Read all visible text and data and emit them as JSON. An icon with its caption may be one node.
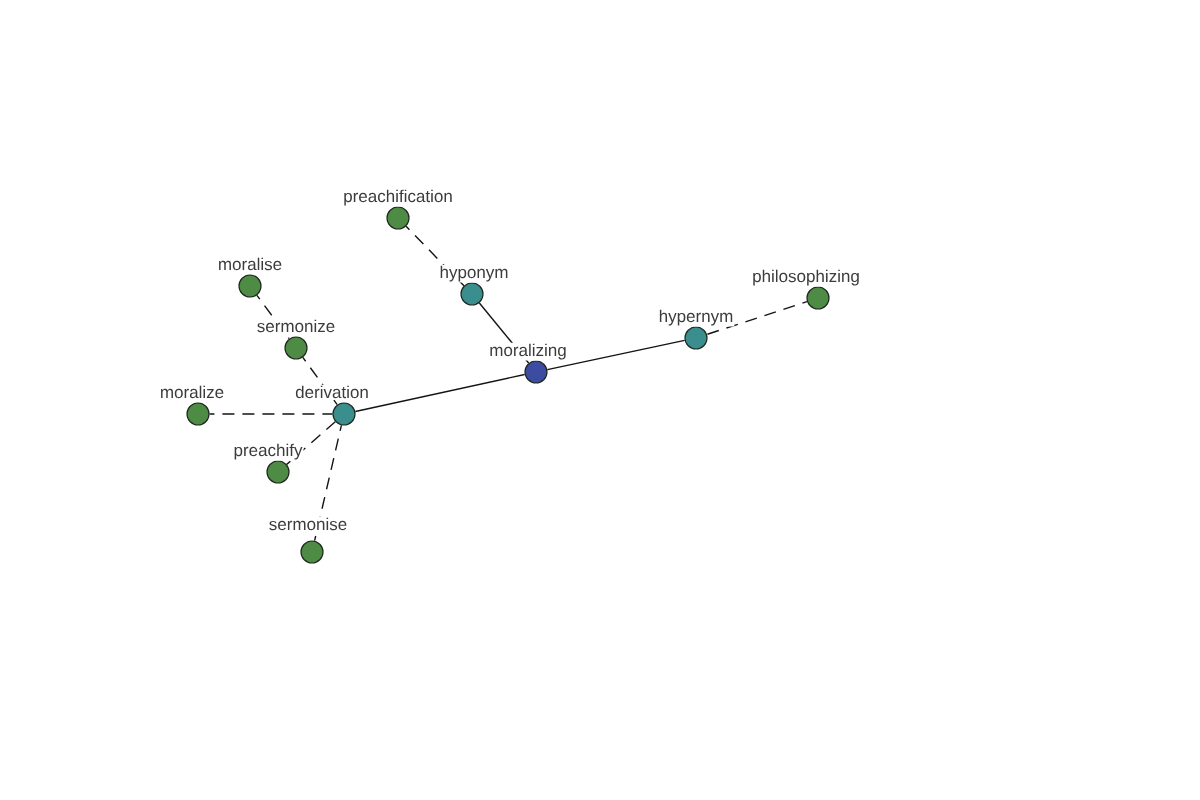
{
  "diagram": {
    "nodes": [
      {
        "text": [
          "preachification"
        ]
      },
      {
        "text": [
          "moralise"
        ]
      },
      {
        "text": [
          "hyponym"
        ]
      },
      {
        "text": [
          "philosophizing"
        ]
      },
      {
        "text": [
          "hypernym"
        ]
      },
      {
        "text": [
          "sermonize"
        ]
      },
      {
        "text": [
          "moralizing"
        ]
      },
      {
        "text": [
          "moralize"
        ]
      },
      {
        "text": [
          "derivation"
        ]
      },
      {
        "text": [
          "preachify"
        ]
      },
      {
        "text": [
          "sermonise"
        ]
      }
    ],
    "edges": [
      {
        "from": 6,
        "to": 2,
        "arrow": "none"
      },
      {
        "from": 6,
        "to": 4,
        "arrow": "none"
      },
      {
        "from": 6,
        "to": 8,
        "arrow": "none"
      },
      {
        "from": 2,
        "to": 0,
        "arrow": "none",
        "style": "dashed"
      },
      {
        "from": 4,
        "to": 3,
        "arrow": "none",
        "style": "dashed"
      },
      {
        "from": 8,
        "to": 5,
        "arrow": "none",
        "style": "dashed"
      },
      {
        "from": 5,
        "to": 1,
        "arrow": "none",
        "style": "dashed"
      },
      {
        "from": 8,
        "to": 7,
        "arrow": "none",
        "style": "dashed"
      },
      {
        "from": 8,
        "to": 9,
        "arrow": "none",
        "style": "dashed"
      },
      {
        "from": 8,
        "to": 10,
        "arrow": "none",
        "style": "dashed"
      }
    ]
  }
}
